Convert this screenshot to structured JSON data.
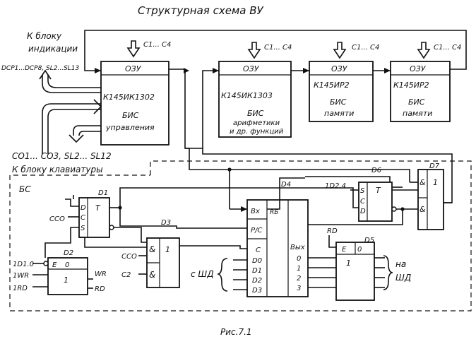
{
  "title": "Структурная схема ВУ",
  "caption": "Рис.7.1",
  "top_blocks": {
    "control": {
      "header": "ОЗУ",
      "chip": "К145ИК1302",
      "line1": "БИС",
      "line2": "управления",
      "clock": "С1... С4"
    },
    "arith": {
      "header": "ОЗУ",
      "chip": "К145ИК1303",
      "line1": "БИС",
      "line2": "арифметики",
      "line3": "и др. функций",
      "clock": "С1... С4"
    },
    "mem1": {
      "header": "ОЗУ",
      "chip": "К145ИР2",
      "line1": "БИС",
      "line2": "памяти",
      "clock": "С1... С4"
    },
    "mem2": {
      "header": "ОЗУ",
      "chip": "К145ИР2",
      "line1": "БИС",
      "line2": "памяти",
      "clock": "С1... С4"
    }
  },
  "indicator": {
    "line1": "К блоку",
    "line2": "индикации",
    "signals": "DCP1...DCP8, SL2...SL13"
  },
  "keyboard": {
    "signals": "CO1... CO3, SL2... SL12",
    "label": "К блоку клавиатуры"
  },
  "bc_label": "БС",
  "d1": {
    "name": "D1",
    "d": "D",
    "c": "C",
    "s": "S",
    "t": "T",
    "input": "CCO"
  },
  "d2": {
    "name": "D2",
    "e": "E",
    "zero": "0",
    "one": "1",
    "in1": "1D1.0",
    "in2": "1WR",
    "in3": "1RD",
    "out1": "WR",
    "out2": "RD"
  },
  "d3": {
    "name": "D3",
    "and": "&",
    "one": "1",
    "in1": "CCO",
    "in2": "C2"
  },
  "d4": {
    "name": "D4",
    "bx": "Bx",
    "rb": "RБ",
    "pc": "Р/С",
    "c": "С",
    "d0": "D0",
    "d1": "D1",
    "d2": "D2",
    "d3": "D3",
    "out": "Вых",
    "o0": "0",
    "o1": "1",
    "o2": "2",
    "o3": "3",
    "bus_in": "с ШД"
  },
  "d5": {
    "name": "D5",
    "e": "E",
    "zero": "0",
    "one": "1",
    "rd": "RD",
    "bus_out1": "на",
    "bus_out2": "ШД"
  },
  "d6": {
    "name": "D6",
    "s": "S",
    "c": "C",
    "d": "D",
    "t": "T",
    "input": "1D2.4"
  },
  "d7": {
    "name": "D7",
    "and1": "&",
    "and2": "&",
    "one": "1"
  }
}
